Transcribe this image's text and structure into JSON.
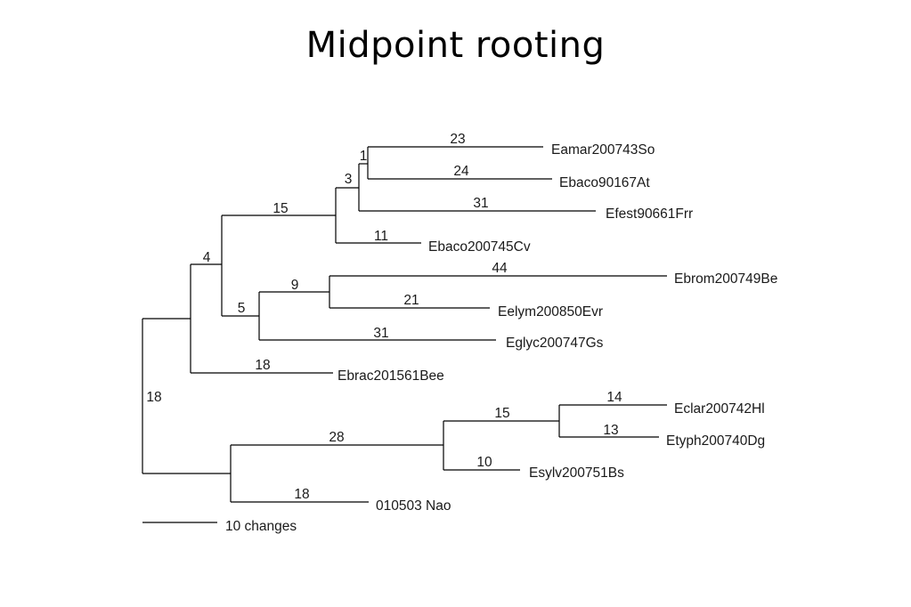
{
  "title": "Midpoint rooting",
  "tree": {
    "taxa": [
      {
        "id": "t1",
        "label": "Eamar200743So"
      },
      {
        "id": "t2",
        "label": "Ebaco90167At"
      },
      {
        "id": "t3",
        "label": "Efest90661Frr"
      },
      {
        "id": "t4",
        "label": "Ebaco200745Cv"
      },
      {
        "id": "t5",
        "label": "Ebrom200749Be"
      },
      {
        "id": "t6",
        "label": "Eelym200850Evr"
      },
      {
        "id": "t7",
        "label": "Eglyc200747Gs"
      },
      {
        "id": "t8",
        "label": "Ebrac201561Bee"
      },
      {
        "id": "t9",
        "label": "Eclar200742Hl"
      },
      {
        "id": "t10",
        "label": "Etyph200740Dg"
      },
      {
        "id": "t11",
        "label": "Esylv200751Bs"
      },
      {
        "id": "t12",
        "label": "010503 Nao"
      }
    ],
    "branch_lengths": {
      "t1": "23",
      "t2": "24",
      "t3": "31",
      "t4": "11",
      "t5": "44",
      "t6": "21",
      "t7": "31",
      "t8": "18",
      "t9": "14",
      "t10": "13",
      "t11": "10",
      "t12": "18",
      "n_a": "1",
      "n_b": "3",
      "n_c": "15",
      "n_d": "9",
      "n_e": "5",
      "n_f": "4",
      "n_g": "18",
      "n_h": "15",
      "n_i": "28"
    },
    "scale_label": "10 changes"
  }
}
